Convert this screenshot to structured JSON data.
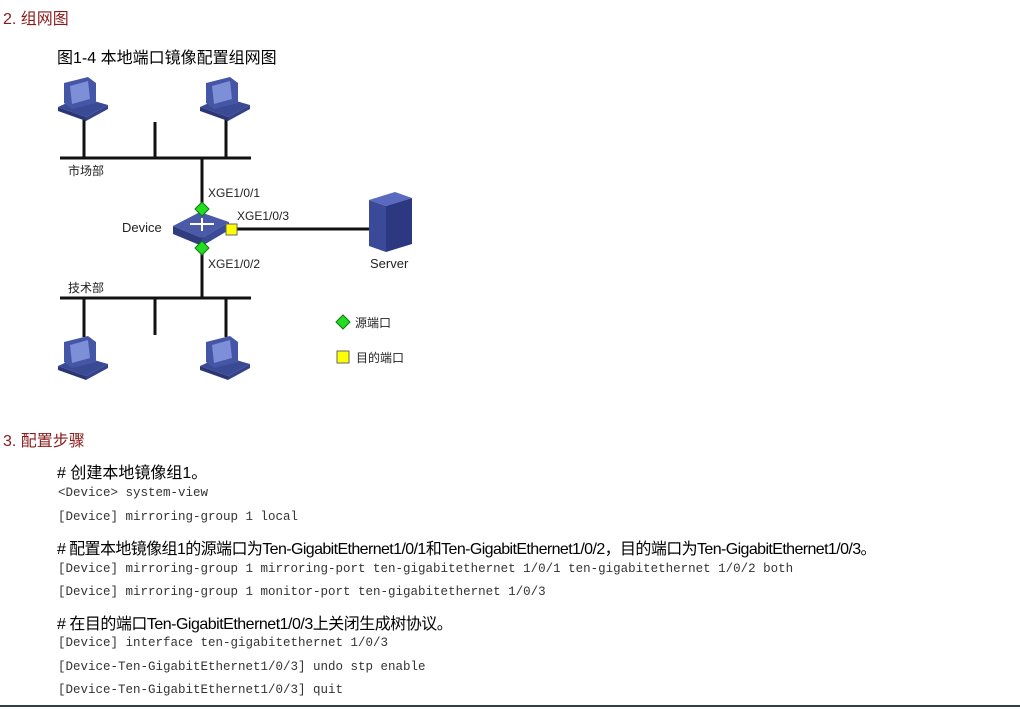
{
  "section2": {
    "heading": "2. 组网图",
    "caption": "图1-4 本地端口镜像配置组网图"
  },
  "diagram": {
    "lan_top": "市场部",
    "lan_bottom": "技术部",
    "device": "Device",
    "server": "Server",
    "port1": "XGE1/0/1",
    "port2": "XGE1/0/2",
    "port3": "XGE1/0/3",
    "legend": {
      "source": "源端口",
      "dest": "目的端口"
    },
    "colors": {
      "source": "#22dd22",
      "dest": "#ffff00",
      "device": "#4a5aa8"
    }
  },
  "section3": {
    "heading": "3. 配置步骤",
    "lines": [
      {
        "type": "text",
        "value": "# 创建本地镜像组1。"
      },
      {
        "type": "code",
        "value": "<Device> system-view"
      },
      {
        "type": "code",
        "value": "[Device] mirroring-group 1 local"
      },
      {
        "type": "text",
        "value": "# 配置本地镜像组1的源端口为Ten-GigabitEthernet1/0/1和Ten-GigabitEthernet1/0/2，目的端口为Ten-GigabitEthernet1/0/3。"
      },
      {
        "type": "code",
        "value": "[Device] mirroring-group 1 mirroring-port ten-gigabitethernet 1/0/1 ten-gigabitethernet 1/0/2 both"
      },
      {
        "type": "code",
        "value": "[Device] mirroring-group 1 monitor-port ten-gigabitethernet 1/0/3"
      },
      {
        "type": "text",
        "value": "# 在目的端口Ten-GigabitEthernet1/0/3上关闭生成树协议。"
      },
      {
        "type": "code",
        "value": "[Device] interface ten-gigabitethernet 1/0/3"
      },
      {
        "type": "code",
        "value": "[Device-Ten-GigabitEthernet1/0/3] undo stp enable"
      },
      {
        "type": "code",
        "value": "[Device-Ten-GigabitEthernet1/0/3] quit"
      }
    ]
  }
}
